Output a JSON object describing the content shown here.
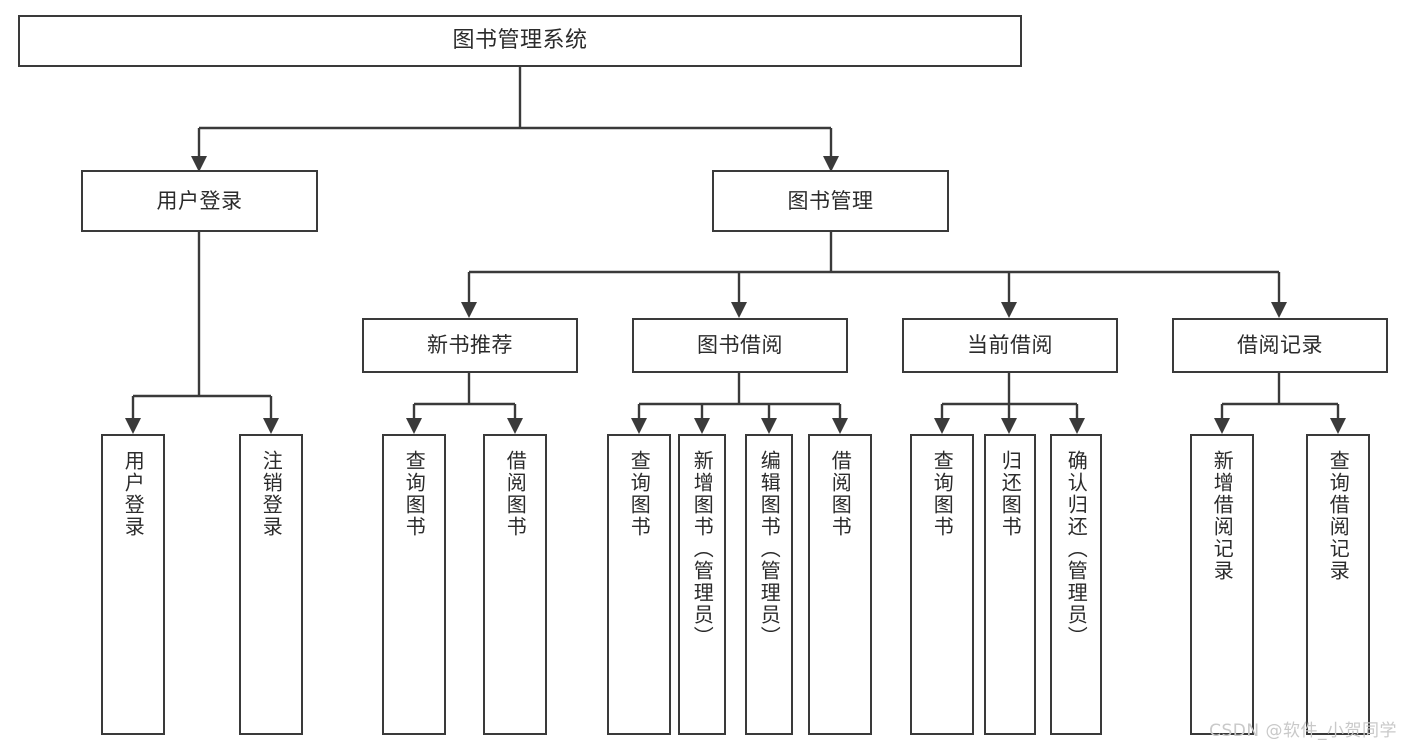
{
  "diagram": {
    "type": "tree-hierarchy",
    "title": "图书管理系统",
    "root": {
      "label": "图书管理系统"
    },
    "level2": [
      {
        "label": "用户登录"
      },
      {
        "label": "图书管理"
      }
    ],
    "level3": [
      {
        "label": "新书推荐"
      },
      {
        "label": "图书借阅"
      },
      {
        "label": "当前借阅"
      },
      {
        "label": "借阅记录"
      }
    ],
    "leaves": {
      "user_login": [
        {
          "label": "用户登录"
        },
        {
          "label": "注销登录"
        }
      ],
      "new_book_recommend": [
        {
          "label": "查询图书"
        },
        {
          "label": "借阅图书"
        }
      ],
      "book_borrow": [
        {
          "label": "查询图书"
        },
        {
          "label": "新增图书（管理员）"
        },
        {
          "label": "编辑图书（管理员）"
        },
        {
          "label": "借阅图书"
        }
      ],
      "current_borrow": [
        {
          "label": "查询图书"
        },
        {
          "label": "归还图书"
        },
        {
          "label": "确认归还（管理员）"
        }
      ],
      "borrow_record": [
        {
          "label": "新增借阅记录"
        },
        {
          "label": "查询借阅记录"
        }
      ]
    }
  },
  "watermark": {
    "text": "CSDN @软件_小贺同学"
  },
  "colors": {
    "stroke": "#3a3a3a",
    "text": "#2b2b2b",
    "background": "#ffffff",
    "watermark": "#c9c9c9"
  }
}
